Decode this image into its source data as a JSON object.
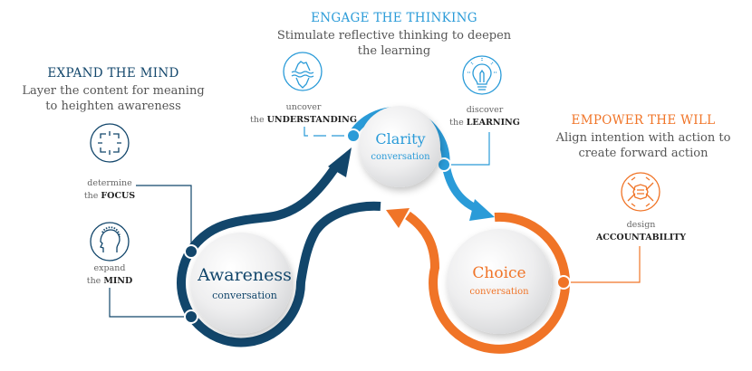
{
  "colors": {
    "awareness": "#12466B",
    "clarity": "#2A9BD8",
    "choice": "#F07427",
    "text": "#555555",
    "bold_text": "#222222"
  },
  "sections": {
    "expand": {
      "heading": "EXPAND THE MIND",
      "description_line1": "Layer the content for meaning",
      "description_line2": "to heighten awareness"
    },
    "engage": {
      "heading": "ENGAGE THE THINKING",
      "description_line1": "Stimulate reflective thinking to deepen",
      "description_line2": "the learning"
    },
    "empower": {
      "heading": "EMPOWER THE WILL",
      "description_line1": "Align intention with action to",
      "description_line2": "create forward action"
    }
  },
  "conversations": {
    "awareness": {
      "title": "Awareness",
      "subtitle": "conversation"
    },
    "clarity": {
      "title": "Clarity",
      "subtitle": "conversation"
    },
    "choice": {
      "title": "Choice",
      "subtitle": "conversation"
    }
  },
  "steps": {
    "focus": {
      "icon": "focus-target-icon",
      "verb": "determine",
      "prefix": "the",
      "object": "FOCUS"
    },
    "mind": {
      "icon": "head-mind-icon",
      "verb": "expand",
      "prefix": "the",
      "object": "MIND"
    },
    "understanding": {
      "icon": "iceberg-icon",
      "verb": "uncover",
      "prefix": "the",
      "object": "UNDERSTANDING"
    },
    "learning": {
      "icon": "lightbulb-icon",
      "verb": "discover",
      "prefix": "the",
      "object": "LEARNING"
    },
    "accountability": {
      "icon": "joined-hands-icon",
      "verb": "design",
      "prefix": "",
      "object": "ACCOUNTABILITY"
    }
  }
}
